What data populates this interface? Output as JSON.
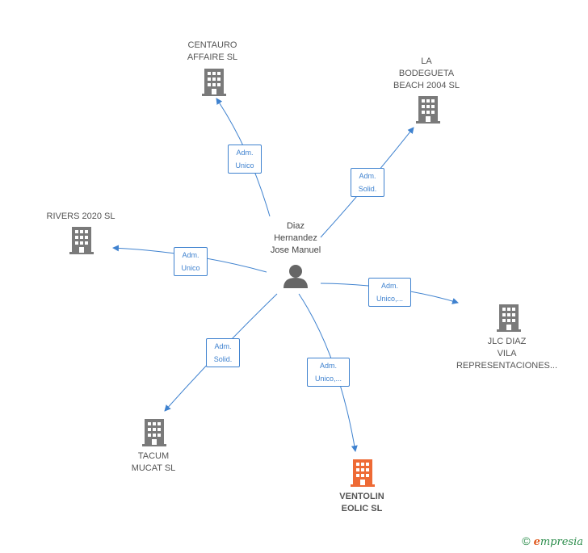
{
  "person": {
    "name": "Diaz\nHernandez\nJose Manuel"
  },
  "companies": {
    "centauro": "CENTAURO\nAFFAIRE SL",
    "bodegueta": "LA\nBODEGUETA\nBEACH 2004  SL",
    "rivers": "RIVERS 2020  SL",
    "jlc": "JLC DIAZ\nVILA\nREPRESENTACIONES...",
    "tacum": "TACUM\nMUCAT  SL",
    "ventolin": "VENTOLIN\nEOLIC  SL"
  },
  "edges": {
    "centauro": "Adm.\nUnico",
    "bodegueta": "Adm.\nSolid.",
    "rivers": "Adm.\nUnico",
    "jlc": "Adm.\nUnico,...",
    "tacum": "Adm.\nSolid.",
    "ventolin": "Adm.\nUnico,..."
  },
  "colors": {
    "edge": "#3f82cf",
    "building": "#7a7a7a",
    "focus_building": "#ee6a35",
    "person": "#666666"
  },
  "icons": {
    "company": "building-icon",
    "person": "person-icon",
    "brand": "copyright-icon"
  },
  "brand": {
    "symbol": "©",
    "e": "e",
    "rest": "mpresia"
  }
}
